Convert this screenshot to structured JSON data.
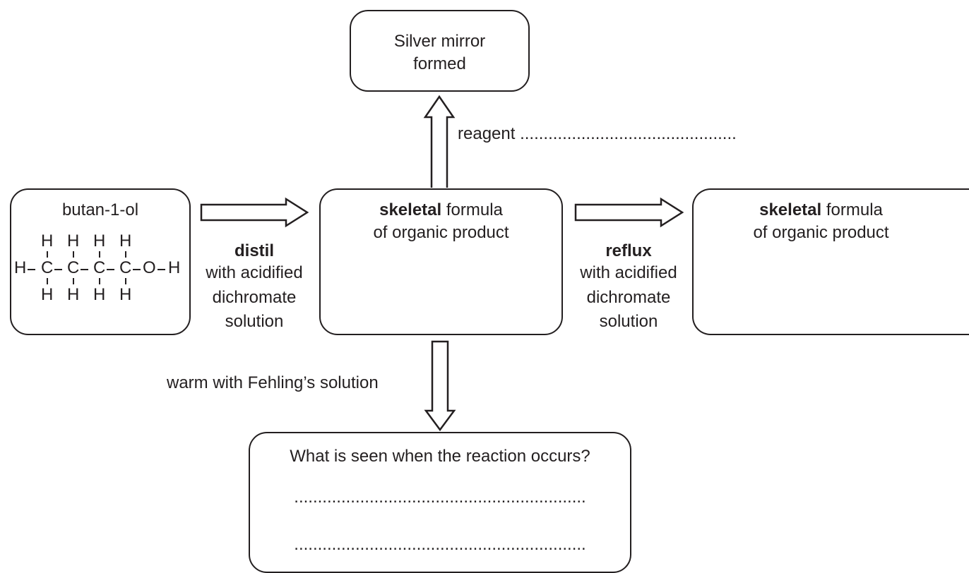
{
  "silver_box": {
    "line1": "Silver mirror",
    "line2": "formed"
  },
  "reagent_label": "reagent ..............................................",
  "butanol_box": {
    "title": "butan-1-ol",
    "structure": {
      "H": "H",
      "C": "C",
      "O": "O"
    }
  },
  "distil_label": {
    "bold": "distil",
    "line2": "with acidified",
    "line3": "dichromate",
    "line4": "solution"
  },
  "middle_box": {
    "bold": "skeletal",
    "rest": " formula",
    "line2": "of organic product"
  },
  "reflux_label": {
    "bold": "reflux",
    "line2": "with acidified",
    "line3": "dichromate",
    "line4": "solution"
  },
  "right_box": {
    "bold": "skeletal",
    "rest": " formula",
    "line2": "of organic product"
  },
  "fehling_label": "warm with Fehling’s solution",
  "bottom_box": {
    "question": "What is seen when the reaction occurs?",
    "answer_line1": "..............................................................",
    "answer_line2": ".............................................................."
  }
}
